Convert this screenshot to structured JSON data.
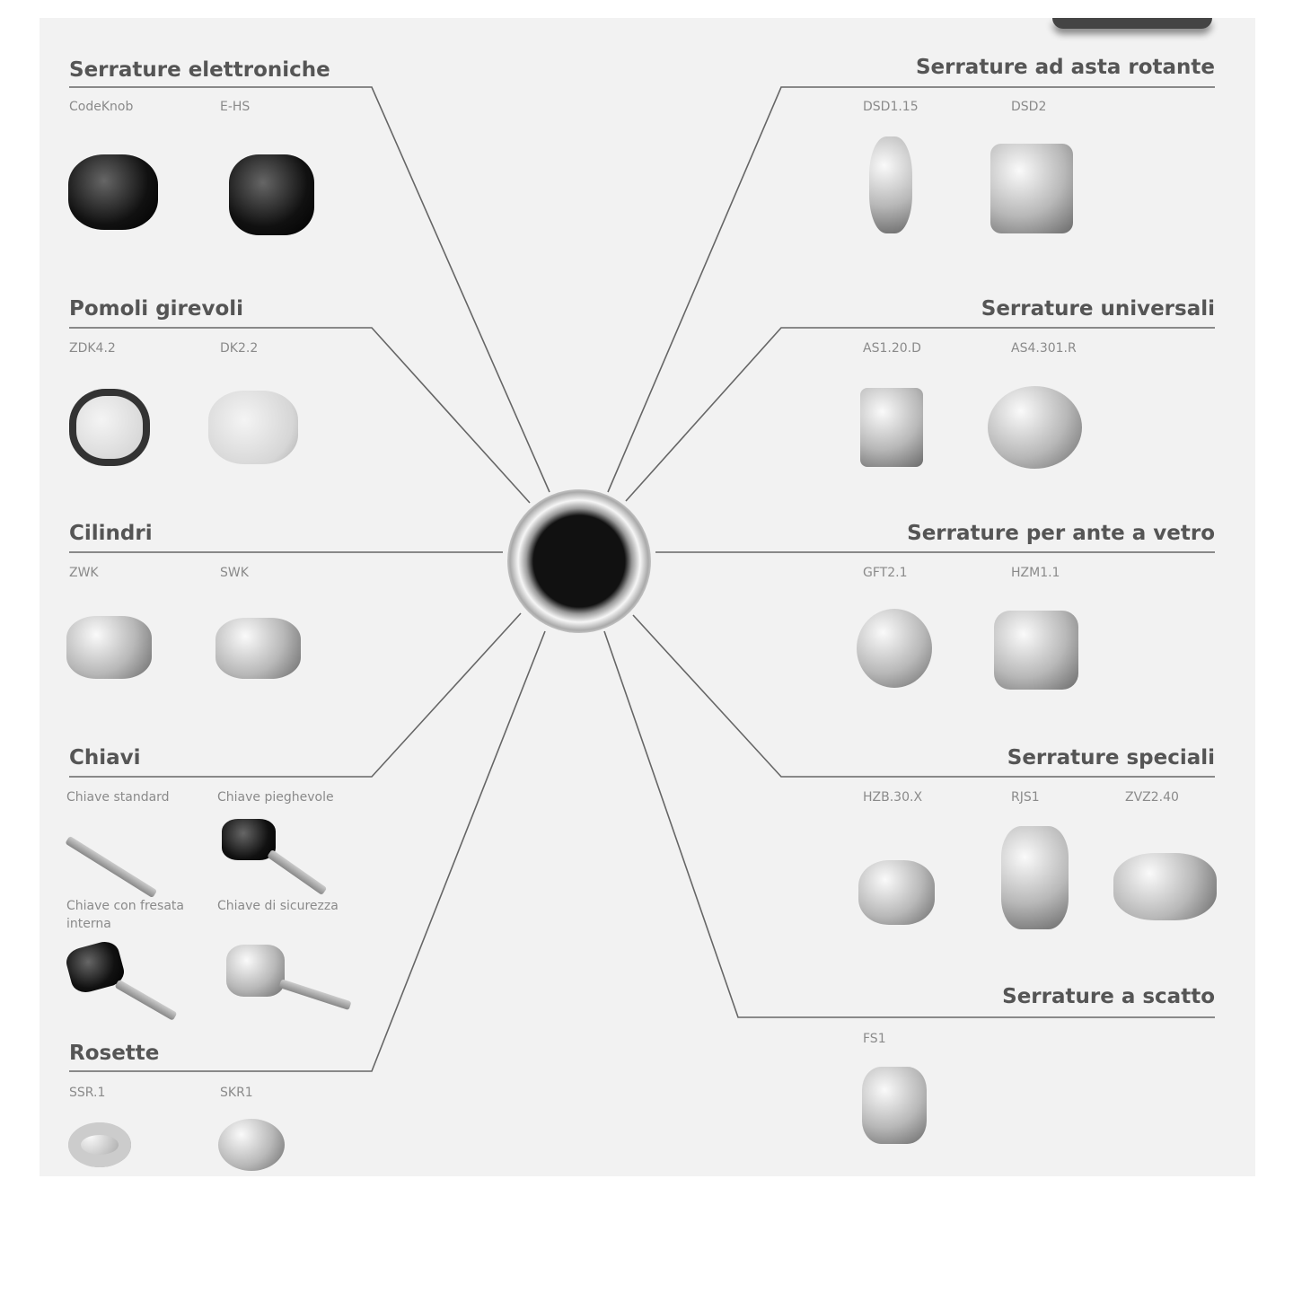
{
  "left": [
    {
      "heading": "Serrature elettroniche",
      "items": [
        "CodeKnob",
        "E-HS"
      ]
    },
    {
      "heading": "Pomoli girevoli",
      "items": [
        "ZDK4.2",
        "DK2.2"
      ]
    },
    {
      "heading": "Cilindri",
      "items": [
        "ZWK",
        "SWK"
      ]
    },
    {
      "heading": "Chiavi",
      "items": [
        "Chiave standard",
        "Chiave pieghevole",
        "Chiave con fresata interna",
        "Chiave di sicurezza"
      ]
    },
    {
      "heading": "Rosette",
      "items": [
        "SSR.1",
        "SKR1"
      ]
    }
  ],
  "right": [
    {
      "heading": "Serrature ad asta rotante",
      "items": [
        "DSD1.15",
        "DSD2"
      ]
    },
    {
      "heading": "Serrature universali",
      "items": [
        "AS1.20.D",
        "AS4.301.R"
      ]
    },
    {
      "heading": "Serrature per ante a vetro",
      "items": [
        "GFT2.1",
        "HZM1.1"
      ]
    },
    {
      "heading": "Serrature speciali",
      "items": [
        "HZB.30.X",
        "RJS1",
        "ZVZ2.40"
      ]
    },
    {
      "heading": "Serrature a scatto",
      "items": [
        "FS1"
      ]
    }
  ]
}
